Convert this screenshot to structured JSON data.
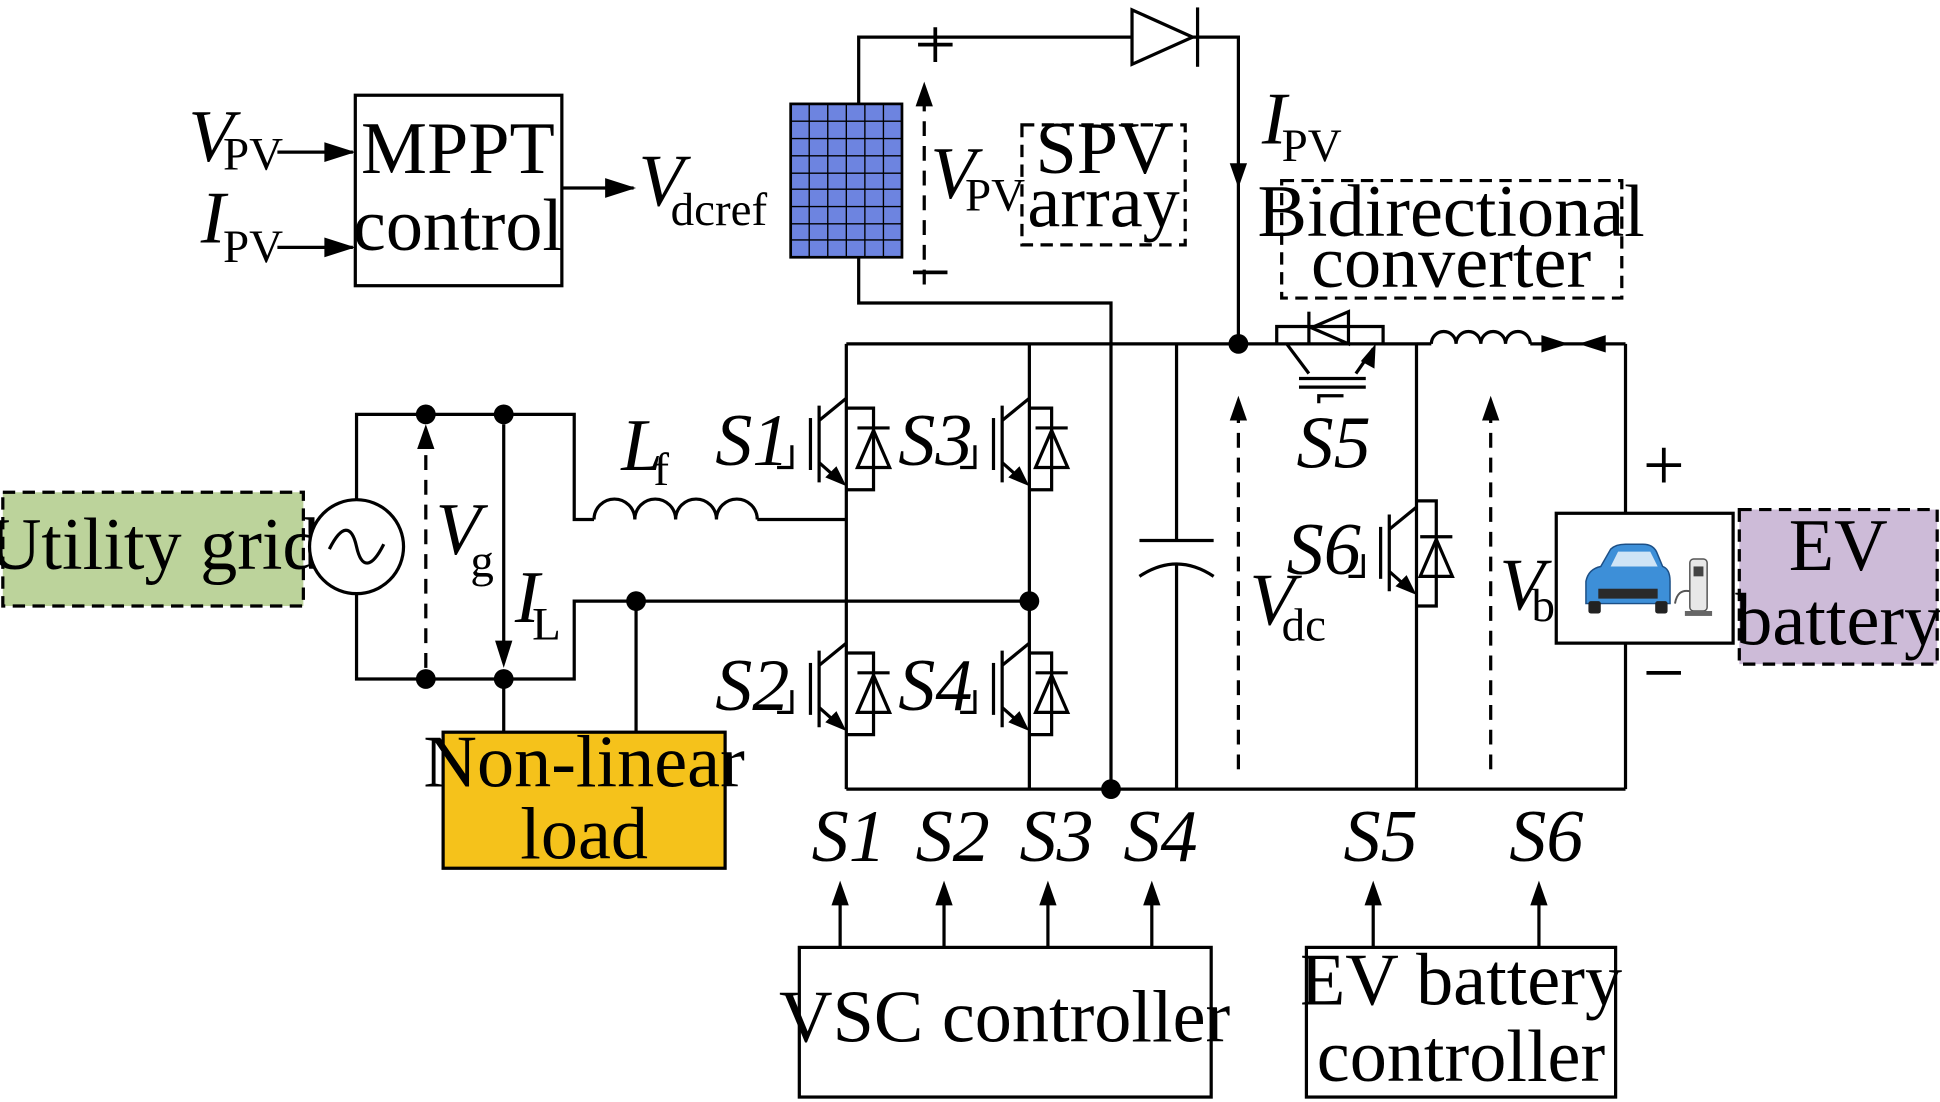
{
  "labels": {
    "utility_grid": "Utility grid",
    "nonlinear_load_line1": "Non-linear",
    "nonlinear_load_line2": "load",
    "mppt_line1": "MPPT",
    "mppt_line2": "control",
    "spv_line1": "SPV",
    "spv_line2": "array",
    "bidir_line1": "Bidirectional",
    "bidir_line2": "converter",
    "ev_battery_line1": "EV",
    "ev_battery_line2": "battery",
    "vsc_controller": "VSC controller",
    "ev_ctrl_line1": "EV battery",
    "ev_ctrl_line2": "controller",
    "plus": "+",
    "minus": "−"
  },
  "symbols": {
    "V": "V",
    "I": "I",
    "L": "L",
    "sub_pv": "PV",
    "sub_dcref": "dcref",
    "sub_g": "g",
    "sub_L": "L",
    "sub_f": "f",
    "sub_dc": "dc",
    "sub_b": "b"
  },
  "switches": {
    "s1": "S1",
    "s2": "S2",
    "s3": "S3",
    "s4": "S4",
    "s5": "S5",
    "s6": "S6"
  },
  "icons": {
    "ac_source": "ac-sine-source-icon",
    "pv_panel": "solar-panel-icon",
    "ev": "electric-car-charging-icon"
  },
  "colors": {
    "grid_fill": "#bcd39b",
    "load_fill": "#f5c21b",
    "battery_fill": "#cdbbd8",
    "pv_fill": "#6d84e0",
    "car_body": "#3d8fd8"
  }
}
